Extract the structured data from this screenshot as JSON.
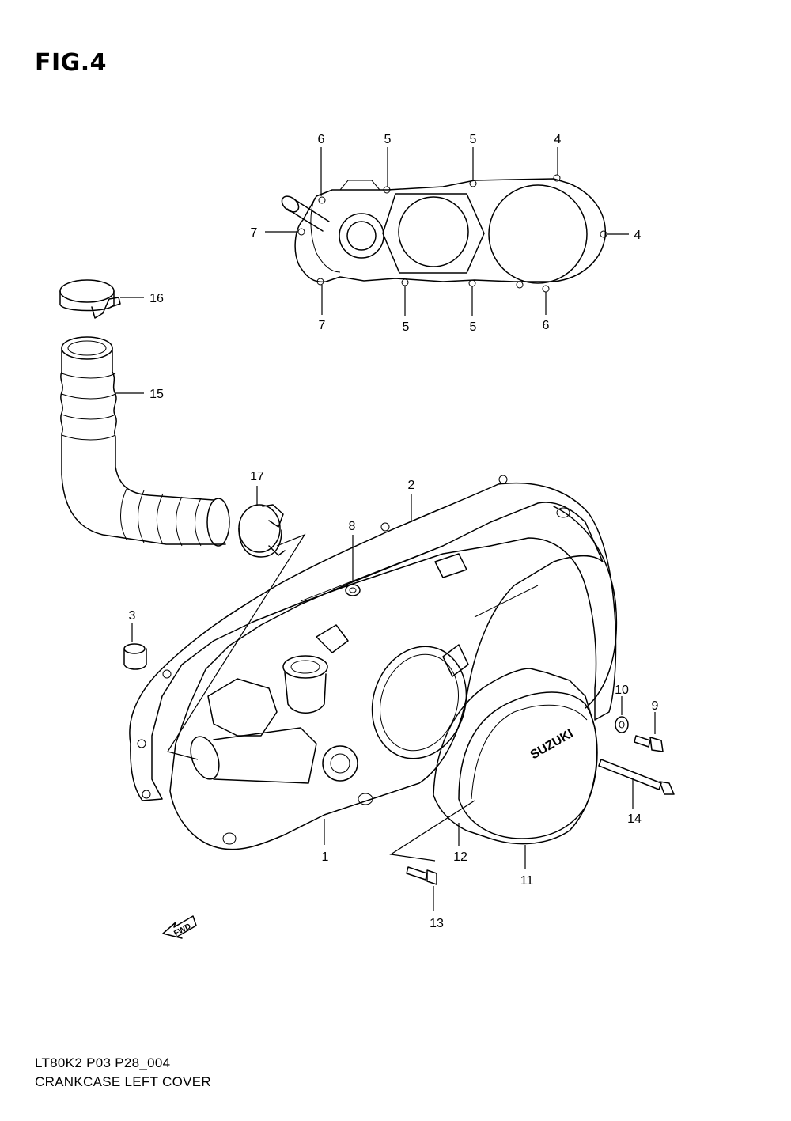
{
  "figure": {
    "title": "FIG.4",
    "code": "LT80K2 P03 P28_004",
    "name": "CRANKCASE LEFT COVER"
  },
  "cover_stamp": "SUZUKI",
  "fwd_label": "FWD",
  "callouts": {
    "c1": "1",
    "c2": "2",
    "c3": "3",
    "c4a": "4",
    "c4b": "4",
    "c5a": "5",
    "c5b": "5",
    "c5c": "5",
    "c5d": "5",
    "c6a": "6",
    "c6b": "6",
    "c7a": "7",
    "c7b": "7",
    "c8": "8",
    "c9": "9",
    "c10": "10",
    "c11": "11",
    "c12": "12",
    "c13": "13",
    "c14": "14",
    "c15": "15",
    "c16": "16",
    "c17": "17"
  }
}
